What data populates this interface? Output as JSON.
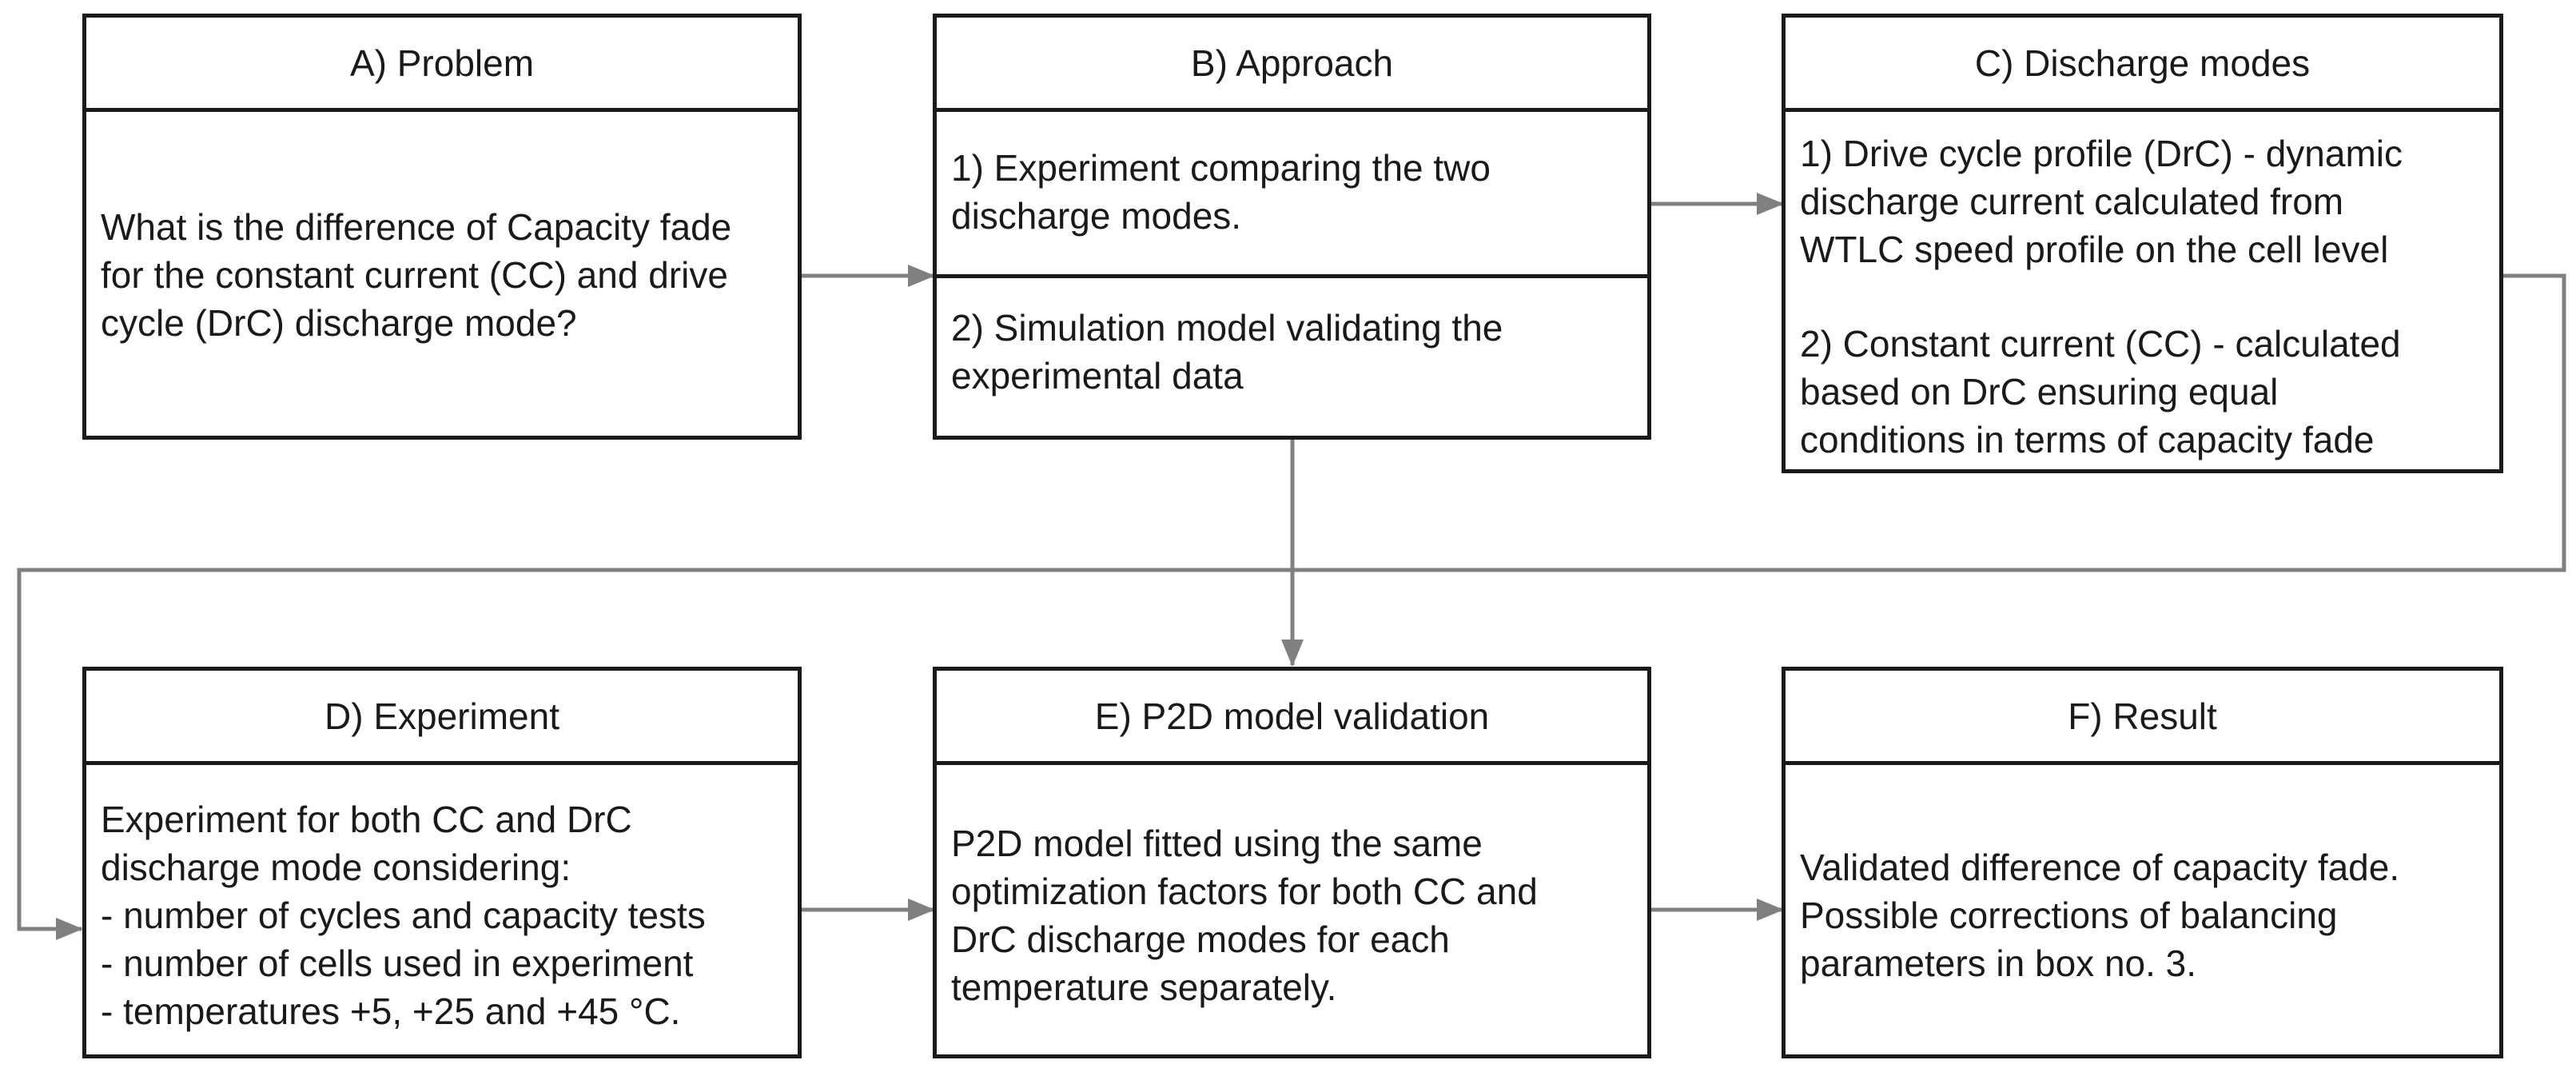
{
  "boxes": {
    "a": {
      "title": "A) Problem",
      "lines": [
        "What is the difference of Capacity fade",
        "for the constant current (CC) and drive",
        "cycle (DrC) discharge mode?"
      ]
    },
    "b": {
      "title": "B) Approach",
      "section1": [
        "1) Experiment comparing the two",
        "discharge modes."
      ],
      "section2": [
        "2) Simulation model validating the",
        "experimental data"
      ]
    },
    "c": {
      "title": "C) Discharge modes",
      "para1": [
        "1) Drive cycle profile (DrC) - dynamic",
        "discharge current calculated from",
        "WTLC speed profile on the cell level"
      ],
      "para2": [
        "2) Constant current (CC) - calculated",
        "based on DrC ensuring equal",
        "conditions in terms of capacity fade"
      ]
    },
    "d": {
      "title": "D) Experiment",
      "lines": [
        "Experiment for both CC and DrC",
        "discharge mode considering:",
        "- number of cycles and capacity tests",
        "- number of cells used in experiment",
        "- temperatures +5, +25 and +45 °C."
      ]
    },
    "e": {
      "title": "E) P2D model validation",
      "lines": [
        "P2D model fitted using the same",
        "optimization factors for both CC and",
        "DrC discharge modes for each",
        "temperature separately."
      ]
    },
    "f": {
      "title": "F) Result",
      "lines": [
        "Validated difference of capacity fade.",
        "Possible corrections of balancing",
        "parameters in box no. 3."
      ]
    }
  },
  "colors": {
    "box_border": "#1a1a1a",
    "connector": "#808080",
    "text": "#1a1a1a"
  }
}
